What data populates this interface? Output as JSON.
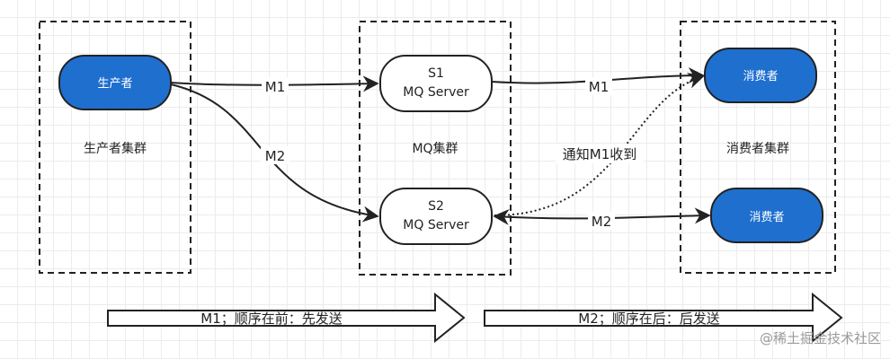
{
  "clusters": {
    "producer": {
      "caption": "生产者集群",
      "node": "生产者"
    },
    "mq": {
      "caption": "MQ集群",
      "s1": {
        "line1": "S1",
        "line2": "MQ Server"
      },
      "s2": {
        "line1": "S2",
        "line2": "MQ Server"
      }
    },
    "consumer": {
      "caption": "消费者集群",
      "node1": "消费者",
      "node2": "消费者"
    }
  },
  "edges": {
    "producer_s1": "M1",
    "producer_s2": "M2",
    "s1_consumer": "M1",
    "notify": "通知M1收到",
    "s2_consumer": "M2"
  },
  "arrows": {
    "left": "M1；顺序在前：先发送",
    "right": "M2；顺序在后：后发送"
  },
  "watermark": "@稀土掘金技术社区",
  "colors": {
    "node_blue": "#1f6fcf",
    "stroke": "#222222"
  }
}
